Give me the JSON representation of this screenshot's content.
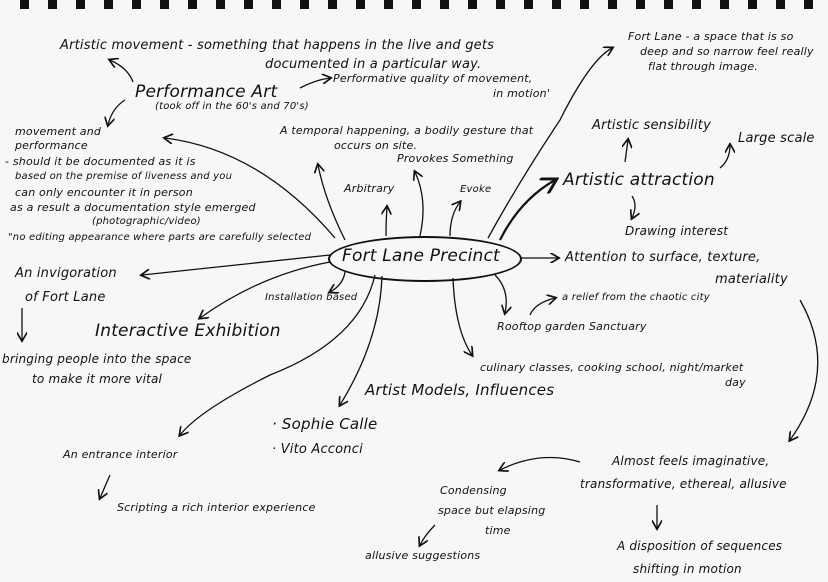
{
  "center": "Fort Lane Precinct",
  "nodes": {
    "artistic_movement": [
      "Artistic movement - something that happens in the live and gets",
      "documented in a particular way."
    ],
    "performance_art": "Performance Art",
    "performance_art_note": "(took off in the 60's and 70's)",
    "performative_quality": [
      "Performative quality of movement,",
      "in motion'"
    ],
    "movement_performance": [
      "movement and",
      "performance",
      "- should it be documented as it is",
      "based on the premise of liveness and you",
      "can only encounter it in person",
      "as a result a documentation style emerged",
      "(photographic/video)",
      "\"no editing appearance where parts are carefully selected"
    ],
    "temporal_happening": [
      "A temporal happening, a bodily gesture that",
      "occurs on site."
    ],
    "provokes": "Provokes Something",
    "arbitrary": "Arbitrary",
    "evoke": "Evoke",
    "fort_lane_space": [
      "Fort Lane - a space that is so",
      "deep and so narrow feel really",
      "flat through image."
    ],
    "artistic_sensibility": "Artistic sensibility",
    "large_scale": "Large scale",
    "artistic_attraction": "Artistic attraction",
    "drawing_interest": "Drawing interest",
    "attention": [
      "Attention to surface, texture,",
      "materiality"
    ],
    "relief": "a relief from the chaotic city",
    "rooftop": "Rooftop garden Sanctuary",
    "culinary": [
      "culinary classes, cooking school, night/market",
      "day"
    ],
    "artist_models": "Artist Models, Influences",
    "artists": [
      "· Sophie Calle",
      "· Vito Acconci"
    ],
    "invigoration": [
      "An invigoration",
      "of Fort Lane"
    ],
    "installation": "Installation based",
    "interactive": "Interactive Exhibition",
    "bringing": [
      "bringing people into the space",
      "to make it more vital"
    ],
    "entrance": "An entrance interior",
    "scripting": "Scripting a rich interior experience",
    "almost_feels": [
      "Almost feels imaginative,",
      "transformative, ethereal, allusive"
    ],
    "condensing": [
      "Condensing",
      "space but elapsing",
      "time"
    ],
    "allusive": "allusive suggestions",
    "disposition": [
      "A disposition of sequences",
      "shifting in motion"
    ]
  }
}
